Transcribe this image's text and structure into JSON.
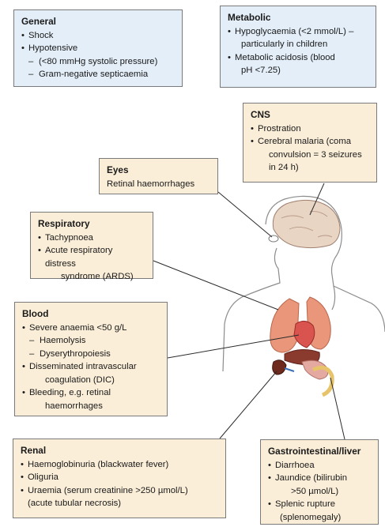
{
  "general": {
    "title": "General",
    "items": [
      "Shock",
      "Hypotensive",
      "(<80 mmHg systolic pressure)",
      "Gram-negative septicaemia"
    ]
  },
  "metabolic": {
    "title": "Metabolic",
    "items": [
      "Hypoglycaemia (<2 mmol/L) –",
      "particularly in children",
      "Metabolic acidosis (blood",
      "pH <7.25)"
    ]
  },
  "cns": {
    "title": "CNS",
    "items": [
      "Prostration",
      "Cerebral malaria (coma",
      "convulsion = 3 seizures",
      "in 24 h)"
    ]
  },
  "eyes": {
    "title": "Eyes",
    "items": [
      "Retinal haemorrhages"
    ]
  },
  "respiratory": {
    "title": "Respiratory",
    "items": [
      "Tachypnoea",
      "Acute respiratory distress",
      "syndrome (ARDS)"
    ]
  },
  "blood": {
    "title": "Blood",
    "items": [
      "Severe anaemia <50 g/L",
      "Haemolysis",
      "Dyserythropoiesis",
      "Disseminated intravascular",
      "coagulation (DIC)",
      "Bleeding, e.g. retinal",
      "haemorrhages"
    ]
  },
  "renal": {
    "title": "Renal",
    "items": [
      "Haemoglobinuria (blackwater fever)",
      "Oliguria",
      "Uraemia (serum creatinine >250 µmol/L)",
      "(acute tubular necrosis)"
    ]
  },
  "gi": {
    "title": "Gastrointestinal/liver",
    "items": [
      "Diarrhoea",
      "Jaundice (bilirubin",
      ">50 µmol/L)",
      "Splenic rupture",
      "(splenomegaly)"
    ]
  },
  "colors": {
    "box_blue": "#e3eef8",
    "box_tan": "#fbeed8",
    "border": "#7a7a7a",
    "lung": "#e9967a",
    "heart": "#d9534f",
    "liver": "#8b3a2e",
    "kidney": "#6e2a1c"
  }
}
